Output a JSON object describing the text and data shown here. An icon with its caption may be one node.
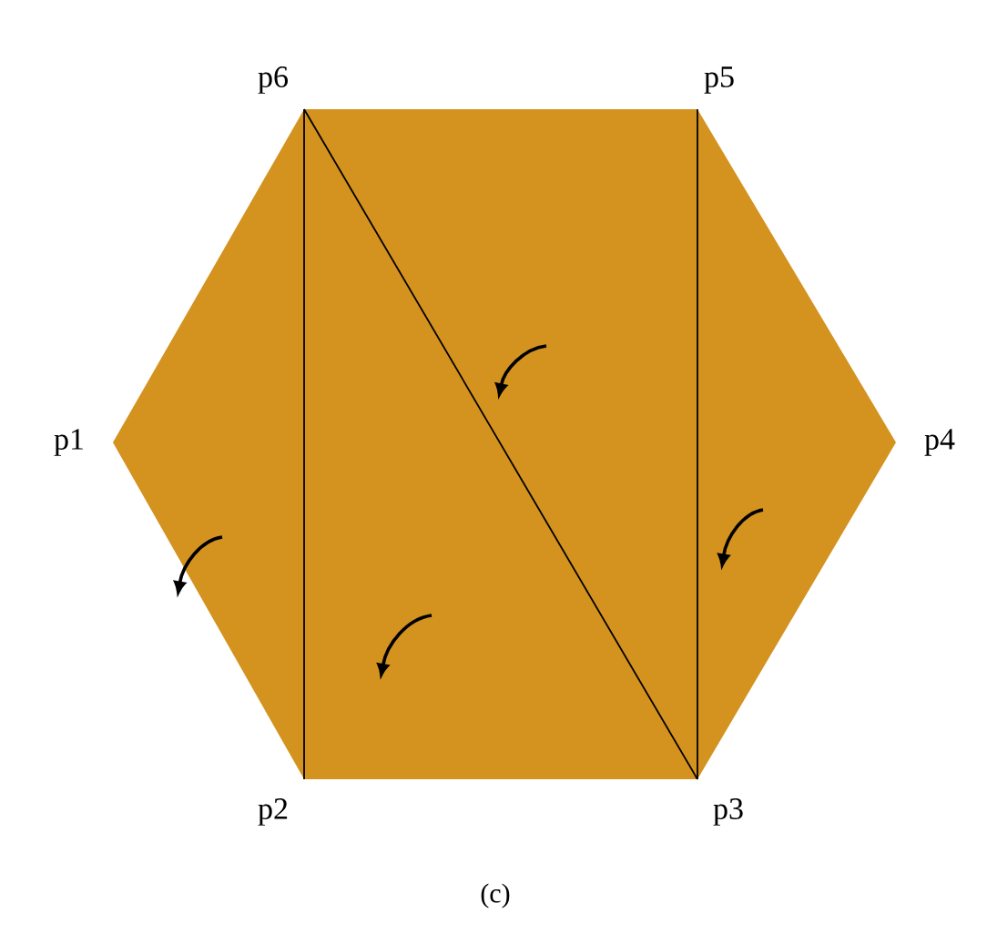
{
  "diagram": {
    "caption": "(c)",
    "labels": [
      "p6",
      "p5",
      "p1",
      "p4",
      "p2",
      "p3"
    ]
  }
}
